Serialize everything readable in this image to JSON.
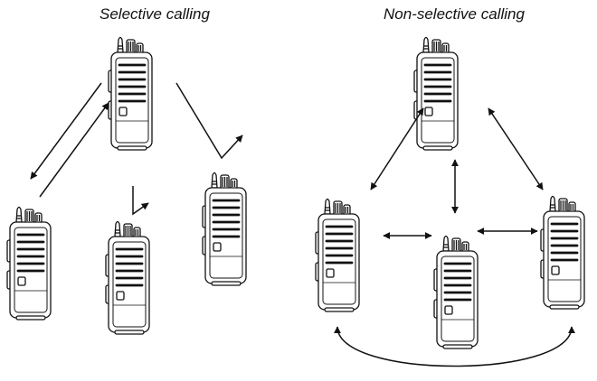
{
  "titles": {
    "selective": "Selective calling",
    "non_selective": "Non-selective calling"
  },
  "diagrams": {
    "selective": {
      "radios": [
        "top",
        "left",
        "middle",
        "right"
      ],
      "links": [
        {
          "from": "top",
          "to": "left",
          "type": "bidirectional"
        },
        {
          "from": "top",
          "to": "middle",
          "type": "deflected"
        },
        {
          "from": "top",
          "to": "right",
          "type": "deflected"
        }
      ]
    },
    "non_selective": {
      "radios": [
        "top",
        "left",
        "center",
        "right"
      ],
      "links": [
        {
          "from": "top",
          "to": "left",
          "type": "bidirectional"
        },
        {
          "from": "top",
          "to": "right",
          "type": "bidirectional"
        },
        {
          "from": "top",
          "to": "center",
          "type": "bidirectional"
        },
        {
          "from": "left",
          "to": "center",
          "type": "bidirectional"
        },
        {
          "from": "center",
          "to": "right",
          "type": "bidirectional"
        },
        {
          "from": "left",
          "to": "right",
          "type": "bidirectional-arc"
        }
      ]
    }
  },
  "colors": {
    "line": "#111111",
    "body": "#ffffff"
  }
}
